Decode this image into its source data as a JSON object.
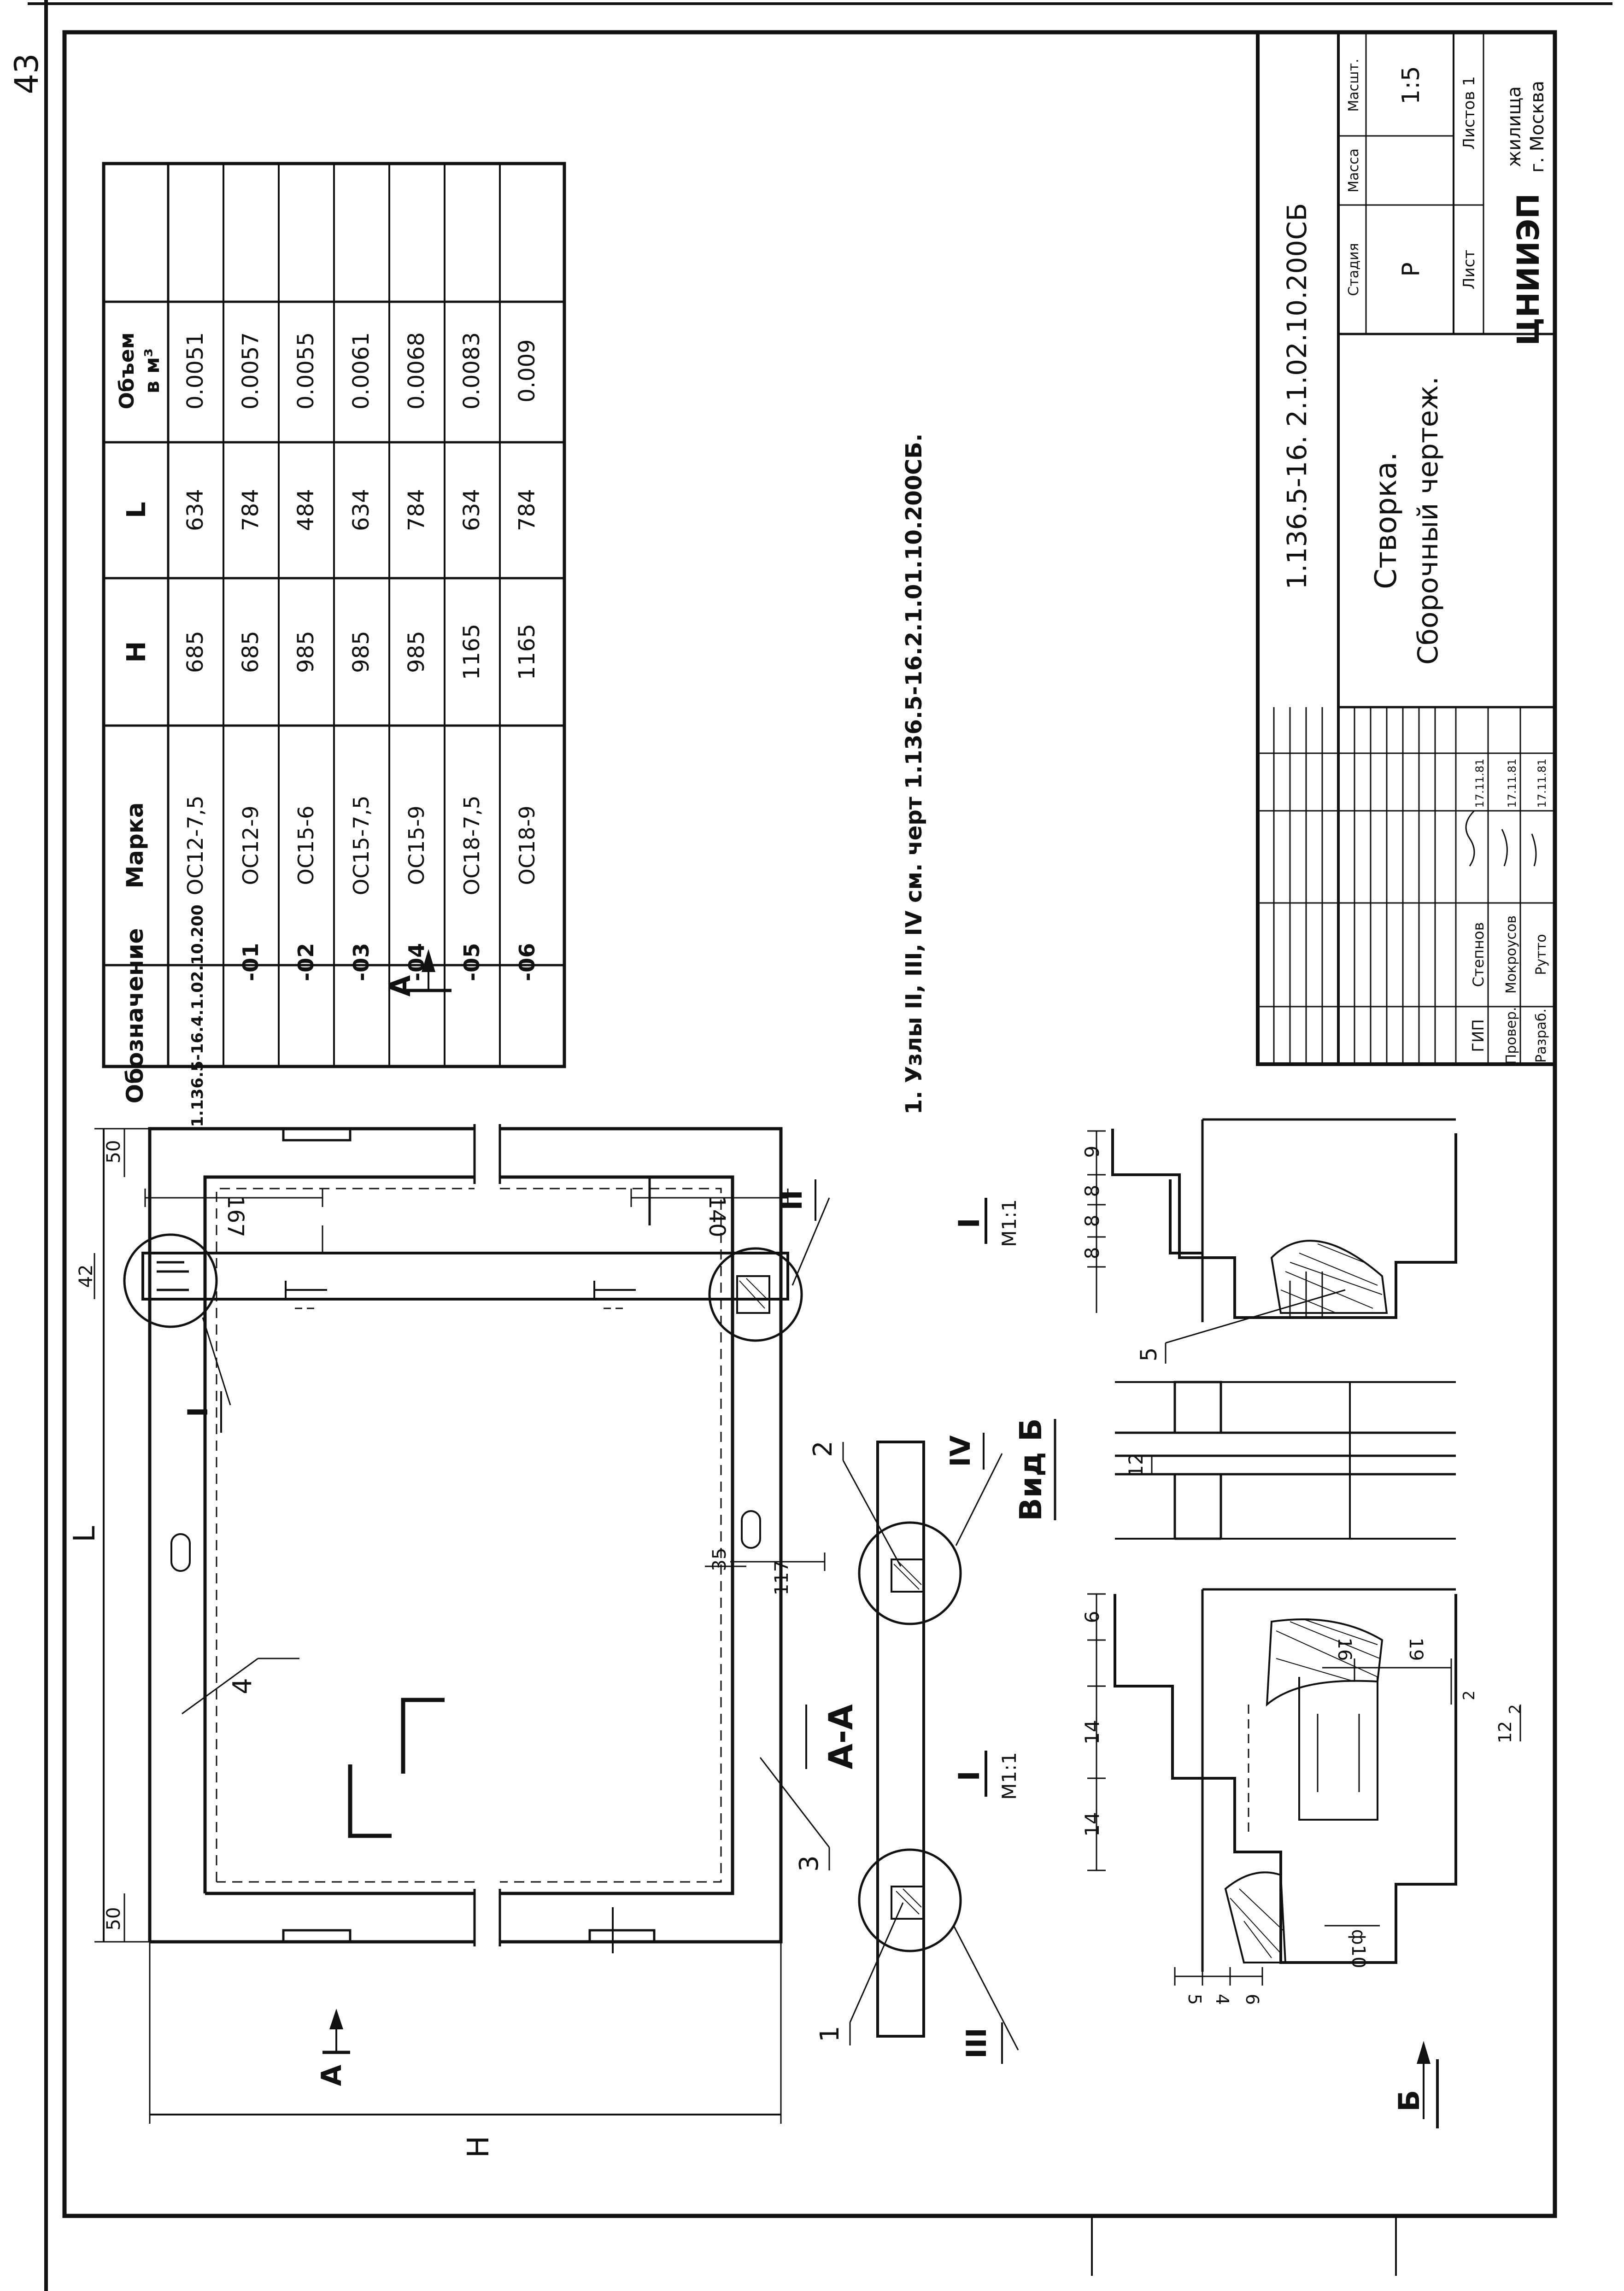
{
  "page_number": "43",
  "spec_table": {
    "headers": {
      "designation": "Обозначение",
      "mark": "Марка",
      "h": "Н",
      "l": "L",
      "volume_line1": "Объем",
      "volume_line2": "в м³"
    },
    "rows": [
      {
        "designation": "1.136.5-16.4.1.02.10.200",
        "mark": "ОС12-7,5",
        "h": "685",
        "l": "634",
        "volume": "0.0051"
      },
      {
        "designation": "-01",
        "mark": "ОС12-9",
        "h": "685",
        "l": "784",
        "volume": "0.0057"
      },
      {
        "designation": "-02",
        "mark": "ОС15-6",
        "h": "985",
        "l": "484",
        "volume": "0.0055"
      },
      {
        "designation": "-03",
        "mark": "ОС15-7,5",
        "h": "985",
        "l": "634",
        "volume": "0.0061"
      },
      {
        "designation": "-04",
        "mark": "ОС15-9",
        "h": "985",
        "l": "784",
        "volume": "0.0068"
      },
      {
        "designation": "-05",
        "mark": "ОС18-7,5",
        "h": "1165",
        "l": "634",
        "volume": "0.0083"
      },
      {
        "designation": "-06",
        "mark": "ОС18-9",
        "h": "1165",
        "l": "784",
        "volume": "0.009"
      }
    ]
  },
  "note": "1. Узлы II, III, IV см. черт 1.136.5-16.2.1.01.10.200СБ.",
  "title_block": {
    "document_code": "1.136.5-16. 2.1.02.10.200СБ",
    "title_line1": "Створка.",
    "title_line2": "Сборочный чертеж.",
    "stage_label": "Стадия",
    "mass_label": "Масса",
    "scale_label": "Масшт.",
    "stage_value": "Р",
    "scale_value": "1:5",
    "sheet_label": "Лист",
    "sheets_label": "Листов 1",
    "org_mark": "ЦНИИЭП",
    "org_name": "жилища",
    "org_city": "г. Москва",
    "signatures": [
      {
        "role": "ГИП",
        "name": "Степнов",
        "date": "17.11.81"
      },
      {
        "role": "Провер.",
        "name": "Мокроусов",
        "date": "17.11.81"
      },
      {
        "role": "Разраб.",
        "name": "Рутто",
        "date": "17.11.81"
      }
    ]
  },
  "drawing_labels": {
    "dim_L": "L",
    "dim_H": "H",
    "dim_50a": "50",
    "dim_50b": "50",
    "dim_35": "35",
    "dim_117": "117",
    "dim_167": "167",
    "dim_140": "140",
    "dim_42": "42",
    "section_AA": "А-А",
    "cut_A_top": "А",
    "cut_A_bottom": "А",
    "view_B": "Вид Б",
    "arrow_B": "Б",
    "node_I": "I",
    "node_II": "II",
    "node_III": "III",
    "node_IV": "IV",
    "node_I_detail_a": "I",
    "node_I_detail_b": "I",
    "scale_detail_a": "М1:1",
    "scale_detail_b": "М1:1",
    "pos_1": "1",
    "pos_2": "2",
    "pos_3": "3",
    "pos_4": "4",
    "pos_5": "5",
    "d_9a": "9",
    "d_8a": "8",
    "d_8b": "8",
    "d_8c": "8",
    "d_12a": "12",
    "d_6a": "6",
    "d_14a": "14",
    "d_14b": "14",
    "d_16": "16",
    "d_19": "19",
    "d_12b": "12",
    "d_2a": "2",
    "d_2b": "2",
    "d_phi10": "ф10",
    "d_5": "5",
    "d_4": "4",
    "d_6b": "6"
  }
}
